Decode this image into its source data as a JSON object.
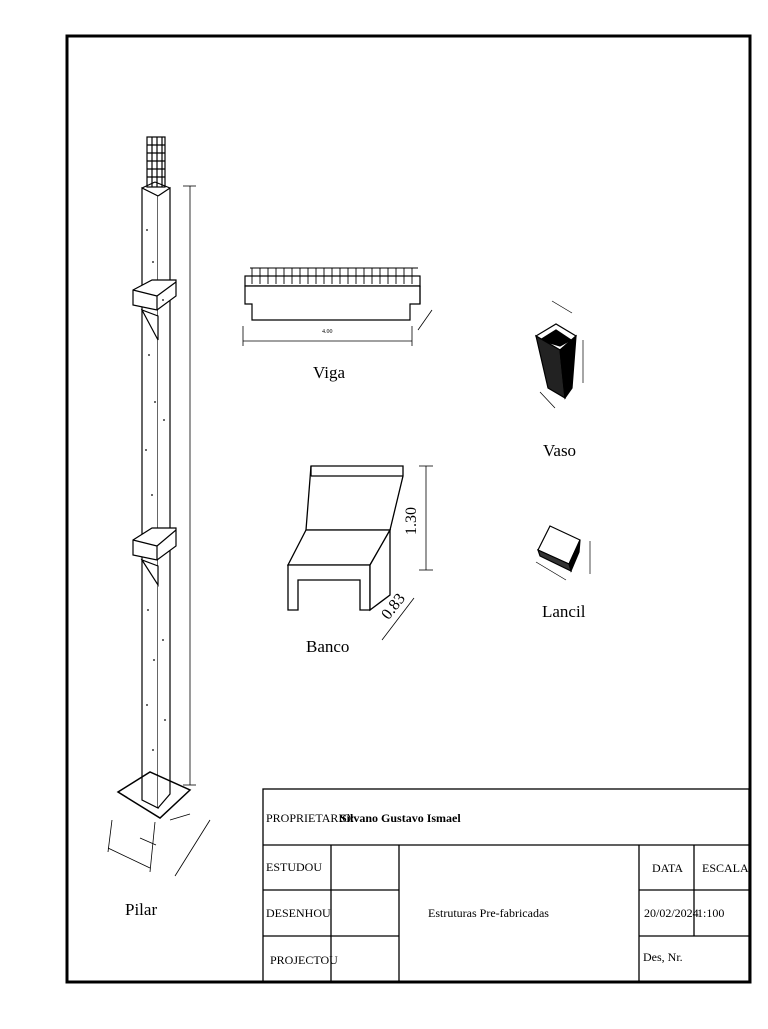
{
  "drawing": {
    "captions": {
      "pilar": "Pilar",
      "viga": "Viga",
      "vaso": "Vaso",
      "banco": "Banco",
      "lancil": "Lancil"
    },
    "dimensions": {
      "viga_length": "4.00",
      "banco_height": "1.30",
      "banco_depth": "0.83"
    }
  },
  "title_block": {
    "owner_label": "PROPRIETARIO:",
    "owner_name": "Silvano Gustavo Ismael",
    "estudou_label": "ESTUDOU",
    "desenhou_label": "DESENHOU",
    "projectou_label": "PROJECTOU",
    "description": "Estruturas Pre-fabricadas",
    "data_label": "DATA",
    "data_value": "20/02/2024",
    "escala_label": "ESCALA",
    "escala_value": "1:100",
    "des_nr_label": "Des, Nr."
  }
}
